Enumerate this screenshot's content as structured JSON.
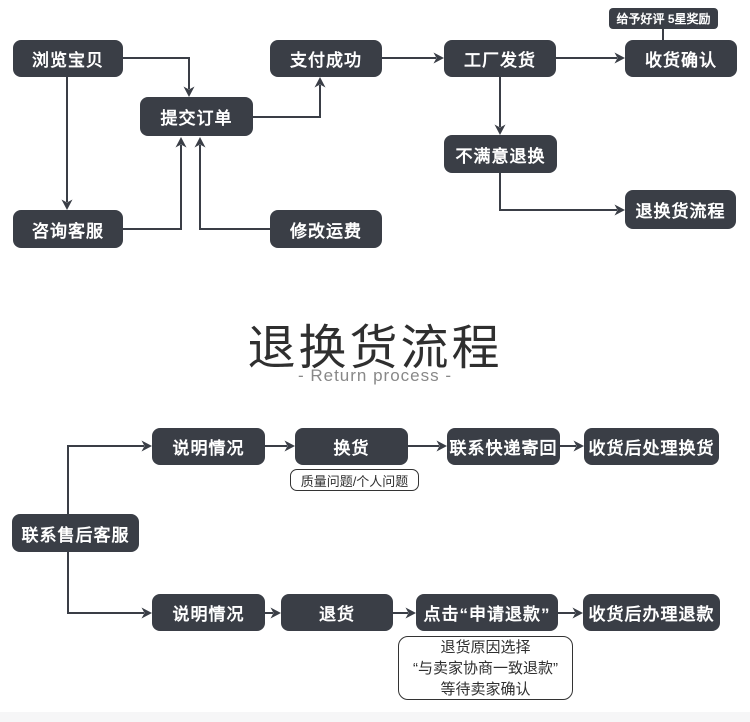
{
  "title": {
    "heading": "退换货流程",
    "subheading": "- Return process -"
  },
  "purchase_flow": {
    "browse": "浏览宝贝",
    "submit_order": "提交订单",
    "payment_success": "支付成功",
    "factory_ship": "工厂发货",
    "confirm_receipt": "收货确认",
    "review_reward": "给予好评 5星奖励",
    "consult_service": "咨询客服",
    "modify_shipping": "修改运费",
    "unsatisfied_return": "不满意退换",
    "return_process": "退换货流程"
  },
  "return_flow": {
    "contact_aftersales": "联系售后客服",
    "explain_exchange": "说明情况",
    "exchange": "换货",
    "exchange_reason": "质量问题/个人问题",
    "courier_return": "联系快递寄回",
    "handle_exchange": "收货后处理换货",
    "explain_refund": "说明情况",
    "return_goods": "退货",
    "apply_refund": "点击“申请退款”",
    "handle_refund": "收货后办理退款",
    "refund_note": [
      "退货原因选择",
      "“与卖家协商一致退款”",
      "等待卖家确认"
    ]
  },
  "colors": {
    "node_bg": "#3a3e46",
    "line": "#3a3e46",
    "title_text": "#2f2f2f",
    "subtitle_text": "#888888",
    "note_border": "#333333",
    "footer_band": "#f6f6f7"
  }
}
